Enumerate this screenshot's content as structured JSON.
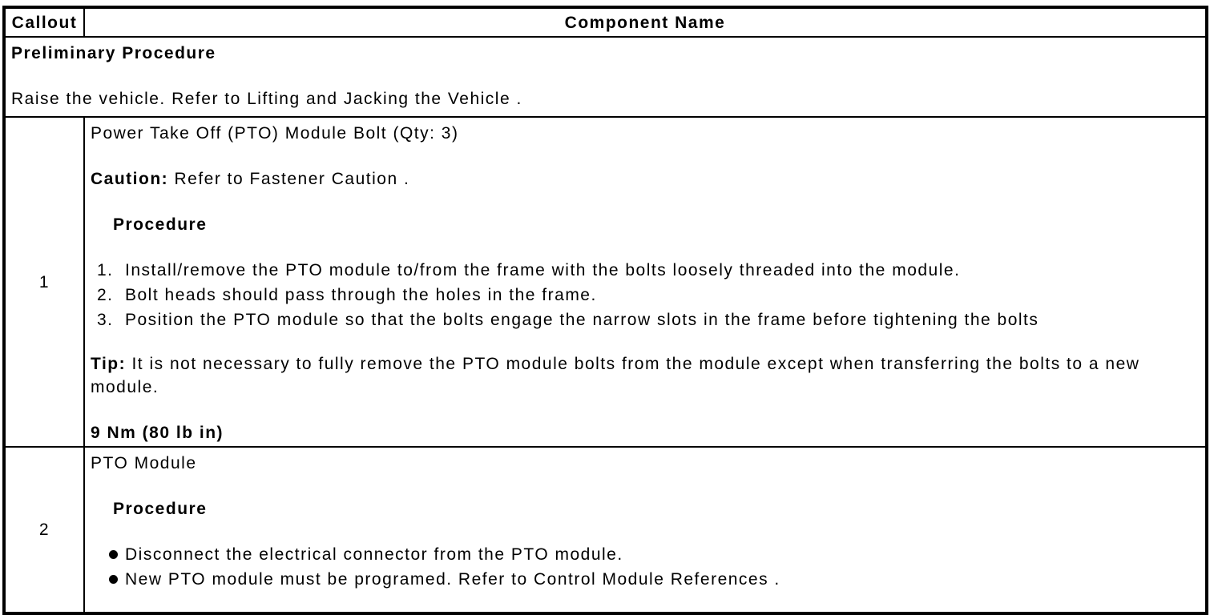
{
  "page": {
    "background_color": "#ffffff",
    "border_color": "#000000",
    "text_color": "#000000"
  },
  "table": {
    "header": {
      "callout_label": "Callout",
      "component_label": "Component Name"
    },
    "preliminary": {
      "title": "Preliminary Procedure",
      "text": "Raise the vehicle. Refer to Lifting and Jacking the Vehicle ."
    },
    "rows": [
      {
        "callout": "1",
        "component": "Power Take Off (PTO) Module Bolt (Qty: 3)",
        "caution": {
          "label": "Caution:",
          "text": "Refer to Fastener Caution ."
        },
        "procedure_heading": "Procedure",
        "steps": [
          {
            "num": "1.",
            "text": "Install/remove the PTO module to/from the frame with the bolts loosely threaded into the module."
          },
          {
            "num": "2.",
            "text": "Bolt heads should pass through the holes in the frame."
          },
          {
            "num": "3.",
            "text": "Position the PTO module so that the bolts engage the narrow slots in the frame before tightening the bolts"
          }
        ],
        "tip": {
          "label": "Tip:",
          "text": "It is not necessary to fully remove the PTO module bolts from the module except when transferring the bolts to a new module."
        },
        "torque": "9 Nm (80 lb in)"
      },
      {
        "callout": "2",
        "component": "PTO Module",
        "procedure_heading": "Procedure",
        "bullets": [
          "Disconnect the electrical connector from the PTO module.",
          "New PTO module must be programed. Refer to Control Module References ."
        ]
      }
    ]
  }
}
